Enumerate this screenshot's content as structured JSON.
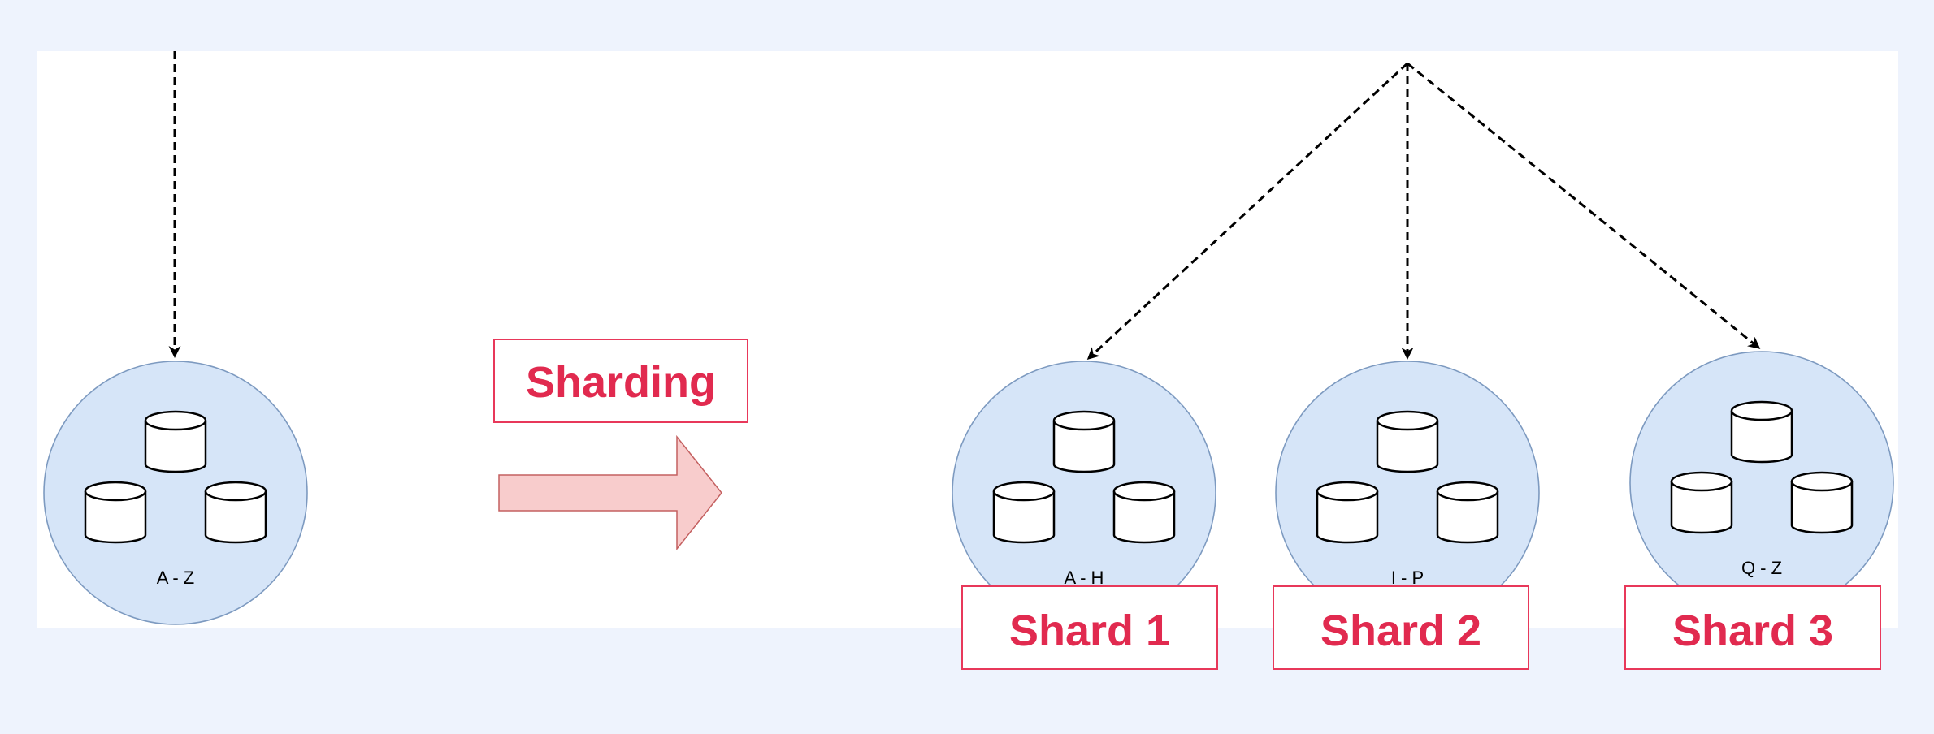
{
  "diagram": {
    "colors": {
      "background": "#eef3fd",
      "panel": "#ffffff",
      "node_fill": "#d6e5f8",
      "node_stroke": "#7d9ac0",
      "label_text": "#e12a4f",
      "label_border": "#e8385a",
      "arrow_fill": "#f8cccc"
    },
    "original": {
      "range_label": "A - Z"
    },
    "transition": {
      "label": "Sharding"
    },
    "shards": [
      {
        "range_label": "A - H",
        "title": "Shard 1"
      },
      {
        "range_label": "I - P",
        "title": "Shard 2"
      },
      {
        "range_label": "Q - Z",
        "title": "Shard 3"
      }
    ]
  }
}
